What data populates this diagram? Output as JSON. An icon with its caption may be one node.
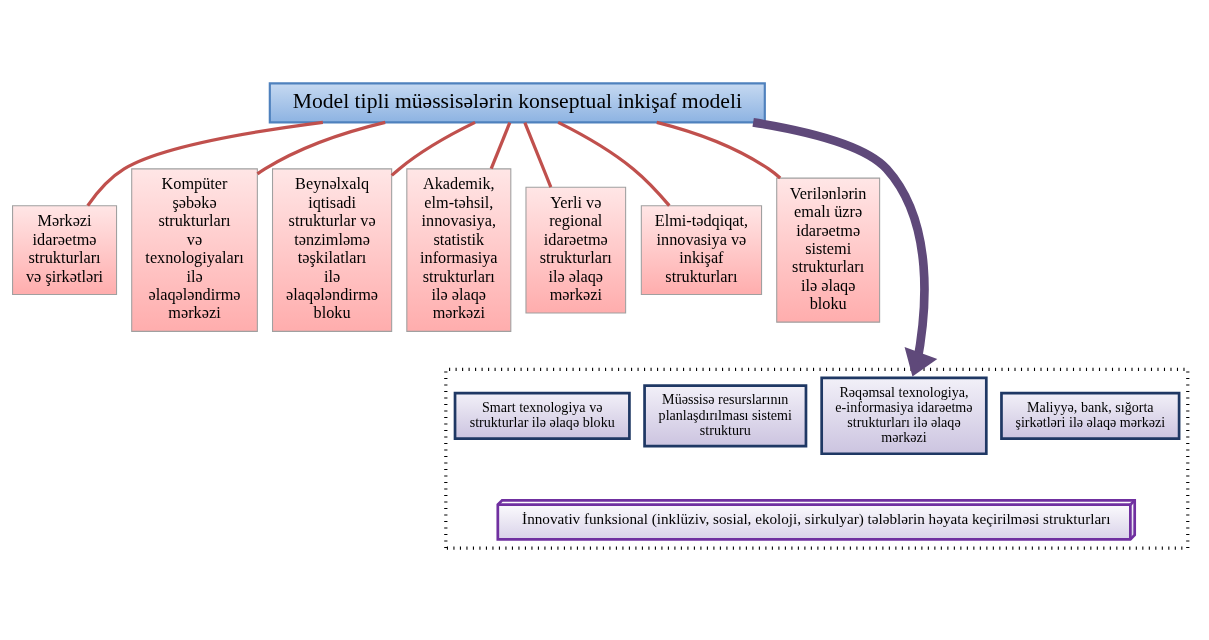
{
  "diagram": {
    "nodes": [
      {
        "text": [
          "Model tipli müəssisələrin konseptual inkişaf modeli"
        ]
      },
      {
        "text": [
          "Mərkəzi idarəetmə strukturları və şirkətləri"
        ]
      },
      {
        "text": [
          "Kompüter şəbəkə strukturları və texnologiyaları ilə əlaqələndirmə mərkəzi"
        ]
      },
      {
        "text": [
          "Beynəlxalq iqtisadi strukturlar və tənzimləmə təşkilatları ilə əlaqələndirmə bloku"
        ]
      },
      {
        "text": [
          "Akademik, elm-təhsil, innovasiya, statistik informasiya strukturları ilə əlaqə mərkəzi"
        ]
      },
      {
        "text": [
          "Yerli və regional idarəetmə strukturları ilə əlaqə mərkəzi"
        ]
      },
      {
        "text": [
          "Elmi-tədqiqat, innovasiya və inkişaf strukturları"
        ]
      },
      {
        "text": [
          "Verilənlərin emalı üzrə idarəetmə sistemi strukturları ilə əlaqə bloku"
        ]
      },
      {
        "text": [],
        "shape": "box"
      },
      {
        "text": [
          "Smart texnologiya və strukturlar ilə əlaqə bloku"
        ],
        "in": 8
      },
      {
        "text": [
          "Müəssisə resurslarının planlaşdırılması sistemi strukturu"
        ],
        "in": 8
      },
      {
        "text": [
          "Rəqəmsal texnologiya, e-informasiya idarəetmə strukturları ilə əlaqə mərkəzi"
        ],
        "in": 8
      },
      {
        "text": [
          "Maliyyə, bank, sığorta şirkətləri ilə əlaqə mərkəzi"
        ],
        "in": 8
      },
      {
        "text": [
          "İnnovativ funksional (inklüziv, sosial, ekoloji, sirkulyar) tələblərin həyata keçirilməsi strukturları"
        ],
        "in": 8
      }
    ],
    "edges": [
      {
        "from": 0,
        "to": 1,
        "arrow": "none"
      },
      {
        "from": 0,
        "to": 2,
        "arrow": "none"
      },
      {
        "from": 0,
        "to": 3,
        "arrow": "none"
      },
      {
        "from": 0,
        "to": 4,
        "arrow": "none"
      },
      {
        "from": 0,
        "to": 5,
        "arrow": "none"
      },
      {
        "from": 0,
        "to": 6,
        "arrow": "none"
      },
      {
        "from": 0,
        "to": 7,
        "arrow": "none"
      },
      {
        "from": 0,
        "to": 8,
        "arrow": "to",
        "style": "thick",
        "color": "#5f497a"
      }
    ]
  }
}
